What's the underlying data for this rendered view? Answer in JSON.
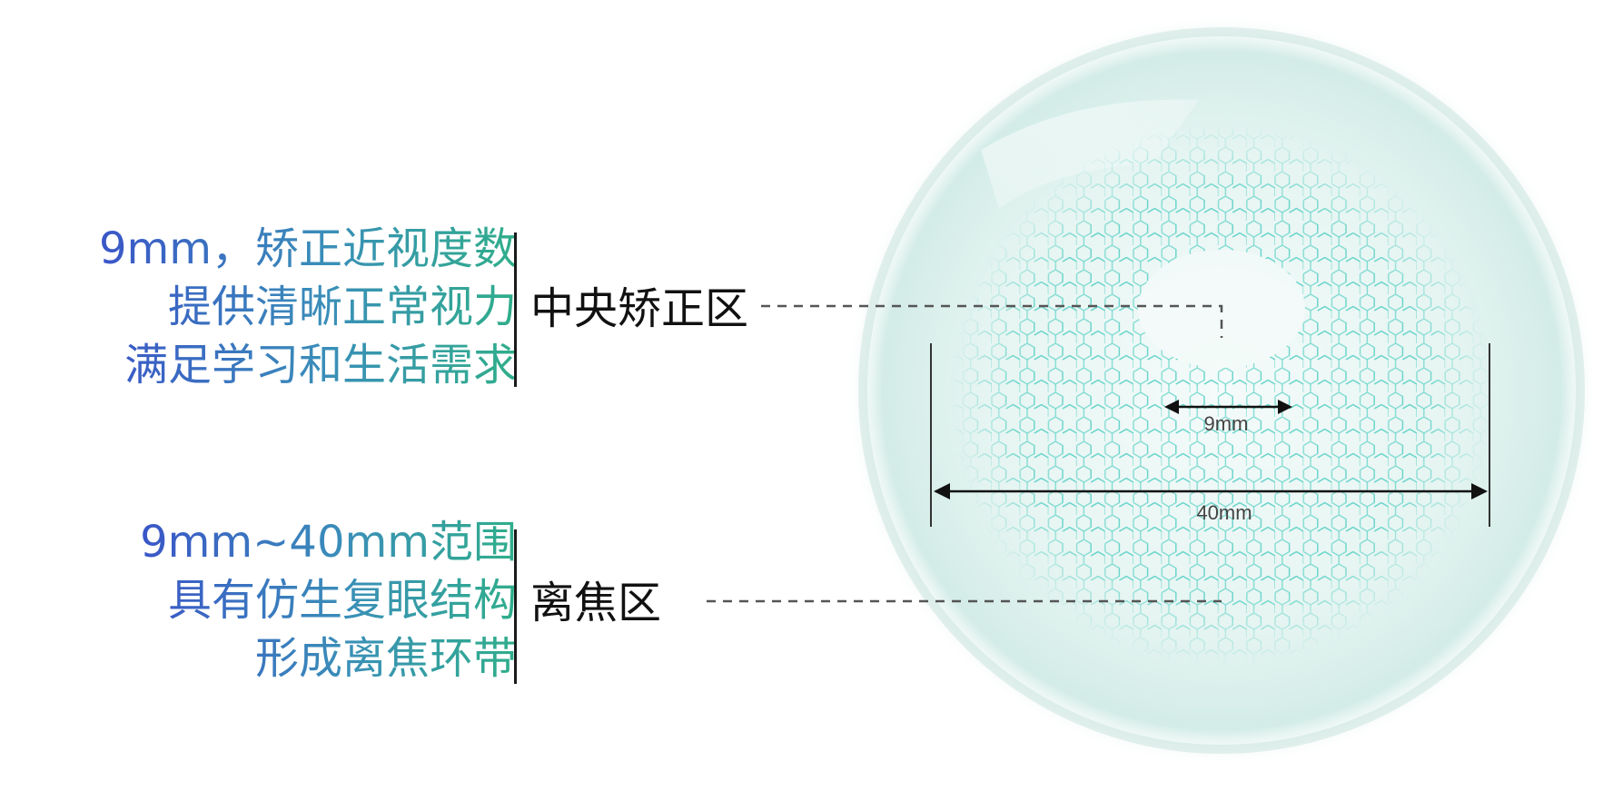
{
  "central_zone": {
    "description_lines": [
      "9mm，矫正近视度数",
      "提供清晰正常视力",
      "满足学习和生活需求"
    ],
    "label": "中央矫正区"
  },
  "defocus_zone": {
    "description_lines": [
      "9mm~40mm范围",
      "具有仿生复眼结构",
      "形成离焦环带"
    ],
    "label": "离焦区"
  },
  "dimensions": {
    "inner": "9mm",
    "outer": "40mm"
  },
  "colors": {
    "text_gradient_start": "#3a55c8",
    "text_gradient_end": "#2fae8a",
    "hex_pattern": "#5fd1c6",
    "lens_tint": "#dff1ee"
  }
}
